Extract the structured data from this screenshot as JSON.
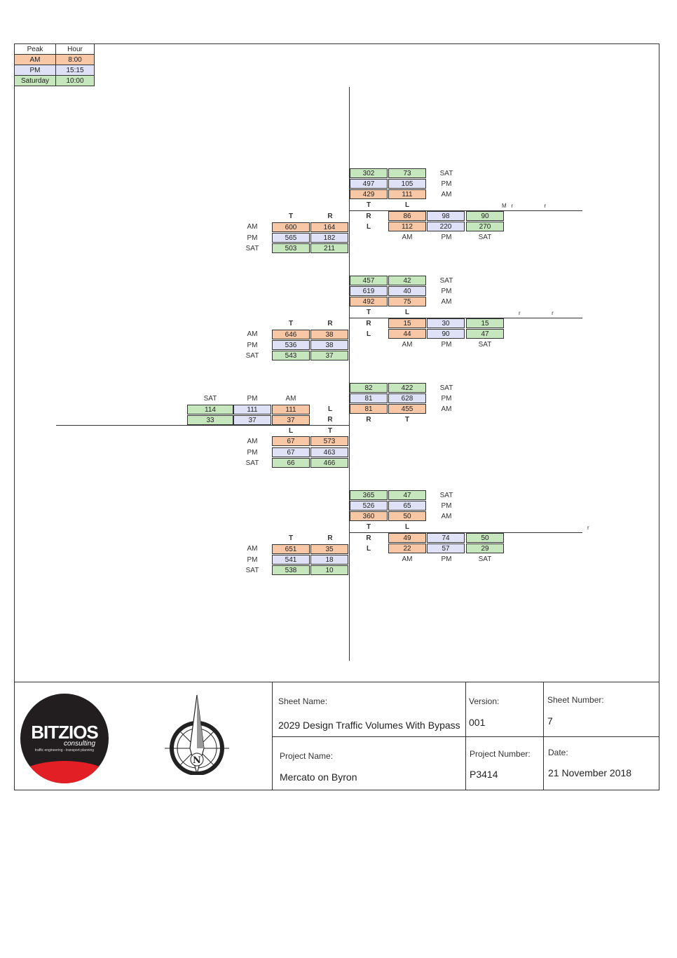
{
  "peak_table": {
    "headers": [
      "Peak",
      "Hour"
    ],
    "rows": [
      {
        "peak": "AM",
        "hour": "8:00",
        "color": "#f7c7a6"
      },
      {
        "peak": "PM",
        "hour": "15:15",
        "color": "#dfe2f6"
      },
      {
        "peak": "Saturday",
        "hour": "10:00",
        "color": "#c6e6bd"
      }
    ]
  },
  "period_labels": {
    "am": "AM",
    "pm": "PM",
    "sat": "SAT"
  },
  "intersections": [
    {
      "north_approach": {
        "through": {
          "sat": "302",
          "pm": "497",
          "am": "429"
        },
        "left": {
          "sat": "73",
          "pm": "105",
          "am": "111"
        }
      },
      "west_approach": {
        "through": {
          "am": "600",
          "pm": "565",
          "sat": "503"
        },
        "right": {
          "am": "164",
          "pm": "182",
          "sat": "211"
        }
      },
      "east_approach": {
        "right": {
          "am": "86",
          "pm": "98",
          "sat": "90"
        },
        "left": {
          "am": "112",
          "pm": "220",
          "sat": "270"
        }
      },
      "street_letters": "M   r                    r"
    },
    {
      "north_approach": {
        "through": {
          "sat": "457",
          "pm": "619",
          "am": "492"
        },
        "left": {
          "sat": "42",
          "pm": "40",
          "am": "75"
        }
      },
      "west_approach": {
        "through": {
          "am": "646",
          "pm": "536",
          "sat": "543"
        },
        "right": {
          "am": "38",
          "pm": "38",
          "sat": "37"
        }
      },
      "east_approach": {
        "right": {
          "am": "15",
          "pm": "30",
          "sat": "15"
        },
        "left": {
          "am": "44",
          "pm": "90",
          "sat": "47"
        }
      },
      "street_letters": "r                    r"
    },
    {
      "north_approach": {
        "right": {
          "sat": "82",
          "pm": "81",
          "am": "81"
        },
        "through": {
          "sat": "422",
          "pm": "628",
          "am": "455"
        }
      },
      "west_approach": {
        "left": {
          "am": "111",
          "pm": "111",
          "sat": "114"
        },
        "right": {
          "am": "37",
          "pm": "37",
          "sat": "33"
        }
      },
      "south_approach": {
        "left": {
          "am": "67",
          "pm": "67",
          "sat": "66"
        },
        "through": {
          "am": "573",
          "pm": "463",
          "sat": "466"
        }
      }
    },
    {
      "north_approach": {
        "through": {
          "sat": "365",
          "pm": "526",
          "am": "360"
        },
        "left": {
          "sat": "47",
          "pm": "65",
          "am": "50"
        }
      },
      "west_approach": {
        "through": {
          "am": "651",
          "pm": "541",
          "sat": "538"
        },
        "right": {
          "am": "35",
          "pm": "18",
          "sat": "10"
        }
      },
      "east_approach": {
        "right": {
          "am": "49",
          "pm": "74",
          "sat": "50"
        },
        "left": {
          "am": "22",
          "pm": "57",
          "sat": "29"
        }
      },
      "street_letters": "r"
    }
  ],
  "title_block": {
    "logo_brand": "BITZIOS",
    "logo_sub": "consulting",
    "logo_tagline": "traffic engineering - transport planning",
    "compass_letter": "N",
    "sheet_name_label": "Sheet Name:",
    "sheet_name": "2029 Design Traffic Volumes With Bypass",
    "version_label": "Version:",
    "version": "001",
    "sheet_number_label": "Sheet Number:",
    "sheet_number": "7",
    "project_name_label": "Project Name:",
    "project_name": "Mercato on Byron",
    "project_number_label": "Project Number:",
    "project_number": "P3414",
    "date_label": "Date:",
    "date": "21 November 2018"
  },
  "colors": {
    "am": "#f7c7a6",
    "pm": "#dfe2f6",
    "sat": "#c6e6bd",
    "logo_red": "#e31f26",
    "logo_dark": "#221e1f"
  }
}
